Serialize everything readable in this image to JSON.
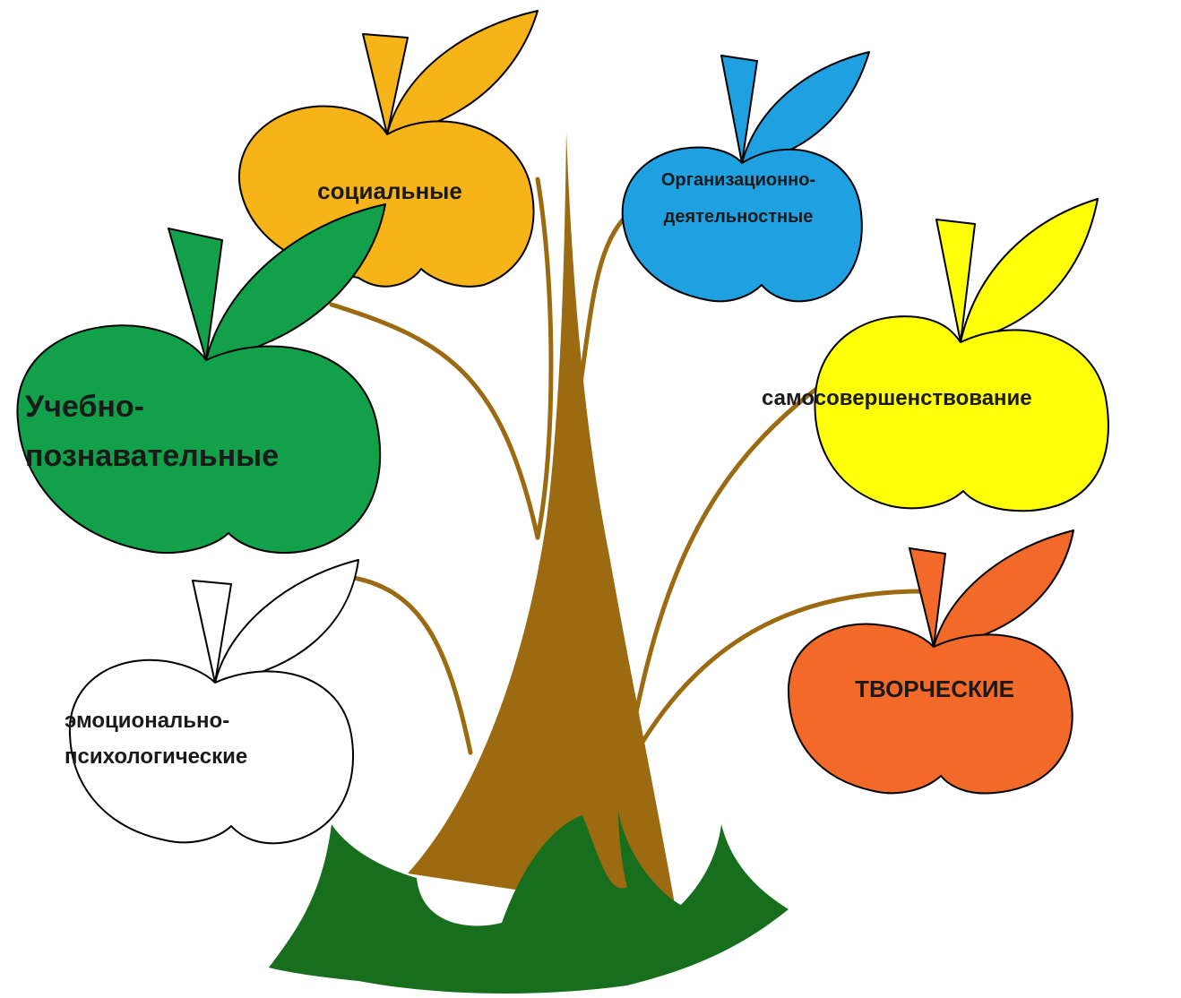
{
  "colors": {
    "trunk": "#9c6a10",
    "branch": "#9c6a10",
    "grass": "#176e1c",
    "social": "#f7b419",
    "organizational": "#1ea0e1",
    "educational": "#12a04a",
    "selfdev": "#ffff0a",
    "emotional": "#ffffff",
    "creative": "#f2692a"
  },
  "apples": {
    "social": {
      "line1": "социальные"
    },
    "organizational": {
      "line1": "Организационно-",
      "line2": "деятельностные"
    },
    "educational": {
      "line1": "Учебно-",
      "line2": "познавательные"
    },
    "selfdev": {
      "line1": "самосовершенствование"
    },
    "emotional": {
      "line1": "эмоционально-",
      "line2": "психологические"
    },
    "creative": {
      "line1": "ТВОРЧЕСКИЕ"
    }
  }
}
